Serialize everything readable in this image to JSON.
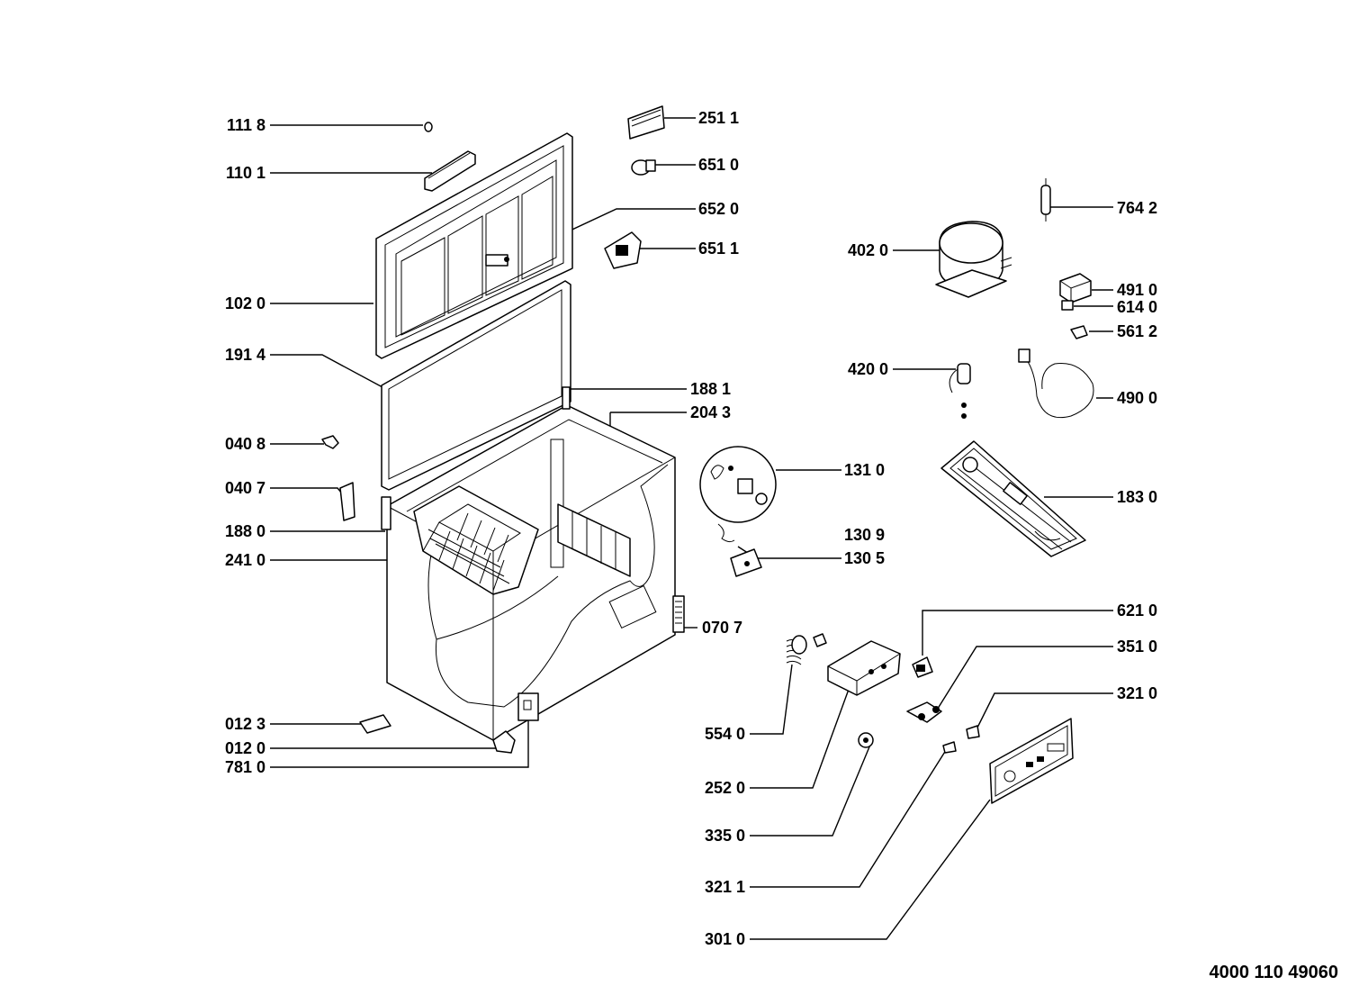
{
  "diagram": {
    "document_code": "4000 110 49060",
    "callouts": [
      {
        "id": "c1118",
        "text": "111 8"
      },
      {
        "id": "c1101",
        "text": "110 1"
      },
      {
        "id": "c1020",
        "text": "102 0"
      },
      {
        "id": "c1914",
        "text": "191 4"
      },
      {
        "id": "c0408",
        "text": "040 8"
      },
      {
        "id": "c0407",
        "text": "040 7"
      },
      {
        "id": "c1880",
        "text": "188 0"
      },
      {
        "id": "c2410",
        "text": "241 0"
      },
      {
        "id": "c0123",
        "text": "012 3"
      },
      {
        "id": "c0120",
        "text": "012 0"
      },
      {
        "id": "c7810",
        "text": "781 0"
      },
      {
        "id": "c2511",
        "text": "251 1"
      },
      {
        "id": "c6510",
        "text": "651 0"
      },
      {
        "id": "c6520",
        "text": "652 0"
      },
      {
        "id": "c6511",
        "text": "651 1"
      },
      {
        "id": "c1881",
        "text": "188 1"
      },
      {
        "id": "c2043",
        "text": "204 3"
      },
      {
        "id": "c0707",
        "text": "070 7"
      },
      {
        "id": "c1310",
        "text": "131 0"
      },
      {
        "id": "c1309",
        "text": "130 9"
      },
      {
        "id": "c1305",
        "text": "130 5"
      },
      {
        "id": "c5540",
        "text": "554 0"
      },
      {
        "id": "c2520",
        "text": "252 0"
      },
      {
        "id": "c3350",
        "text": "335 0"
      },
      {
        "id": "c3211",
        "text": "321 1"
      },
      {
        "id": "c3010",
        "text": "301 0"
      },
      {
        "id": "c7642",
        "text": "764 2"
      },
      {
        "id": "c4020",
        "text": "402 0"
      },
      {
        "id": "c4910",
        "text": "491 0"
      },
      {
        "id": "c6140",
        "text": "614 0"
      },
      {
        "id": "c5612",
        "text": "561 2"
      },
      {
        "id": "c4200",
        "text": "420 0"
      },
      {
        "id": "c4900",
        "text": "490 0"
      },
      {
        "id": "c1830",
        "text": "183 0"
      },
      {
        "id": "c6210",
        "text": "621 0"
      },
      {
        "id": "c3510",
        "text": "351 0"
      },
      {
        "id": "c3210",
        "text": "321 0"
      }
    ]
  }
}
